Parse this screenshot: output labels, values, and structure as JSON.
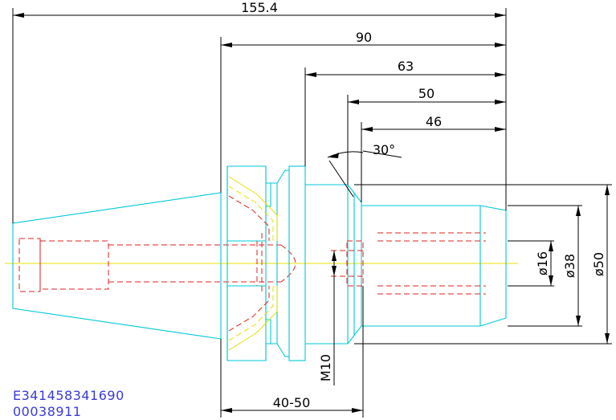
{
  "dimensions": {
    "overall_length": "155.4",
    "flange_to_end": "90",
    "shank_length": "63",
    "body_length": "50",
    "nose_length": "46",
    "chamfer_angle": "30°",
    "bore_diameter": "ø16",
    "body_diameter": "ø38",
    "nose_diameter": "ø50",
    "thread": "M10",
    "pull_stud_range": "40-50"
  },
  "part_codes": {
    "line1": "E341458341690",
    "line2": "00038911"
  },
  "colors": {
    "outline": "#00c8d8",
    "hidden": "#e02020",
    "centerline": "#e8e000",
    "dimension": "#000000",
    "code_text": "#3a3adc"
  }
}
